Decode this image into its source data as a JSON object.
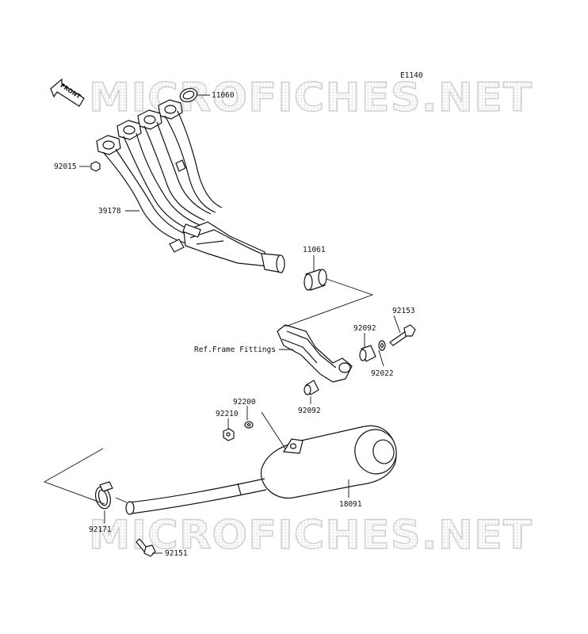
{
  "diagram_code": "E1140",
  "watermark": "MICROFICHES.NET",
  "front_label": "FRONT",
  "ref_note": "Ref.Frame Fittings",
  "parts": {
    "p11060": "11060",
    "p92015": "92015",
    "p39178": "39178",
    "p11061": "11061",
    "p92153": "92153",
    "p92092a": "92092",
    "p92022": "92022",
    "p92200": "92200",
    "p92210": "92210",
    "p92092b": "92092",
    "p18091": "18091",
    "p92171": "92171",
    "p92151": "92151"
  }
}
